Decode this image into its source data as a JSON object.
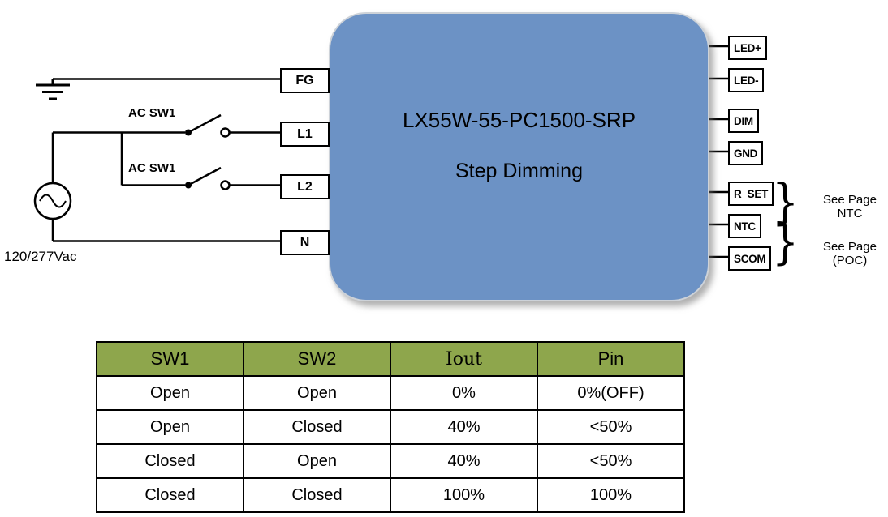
{
  "diagram": {
    "source_label": "120/277Vac",
    "switches": [
      {
        "label": "AC SW1"
      },
      {
        "label": "AC SW1"
      }
    ],
    "input_terminals": [
      "FG",
      "L1",
      "L2",
      "N"
    ],
    "driver": {
      "model": "LX55W-55-PC1500-SRP",
      "mode": "Step Dimming",
      "fill_color": "#6C92C5"
    },
    "output_terminals": [
      "LED+",
      "LED-",
      "DIM",
      "GND",
      "R_SET",
      "NTC",
      "SCOM"
    ],
    "annotations": [
      {
        "brace": "}",
        "line1": "See Page",
        "line2": "NTC"
      },
      {
        "brace": "}",
        "line1": "See Page",
        "line2": "(POC)"
      }
    ]
  },
  "table": {
    "header_bg": "#8EA64C",
    "headers": [
      "SW1",
      "SW2",
      "Iout",
      "Pin"
    ],
    "rows": [
      [
        "Open",
        "Open",
        "0%",
        "0%(OFF)"
      ],
      [
        "Open",
        "Closed",
        "40%",
        "<50%"
      ],
      [
        "Closed",
        "Open",
        "40%",
        "<50%"
      ],
      [
        "Closed",
        "Closed",
        "100%",
        "100%"
      ]
    ]
  }
}
